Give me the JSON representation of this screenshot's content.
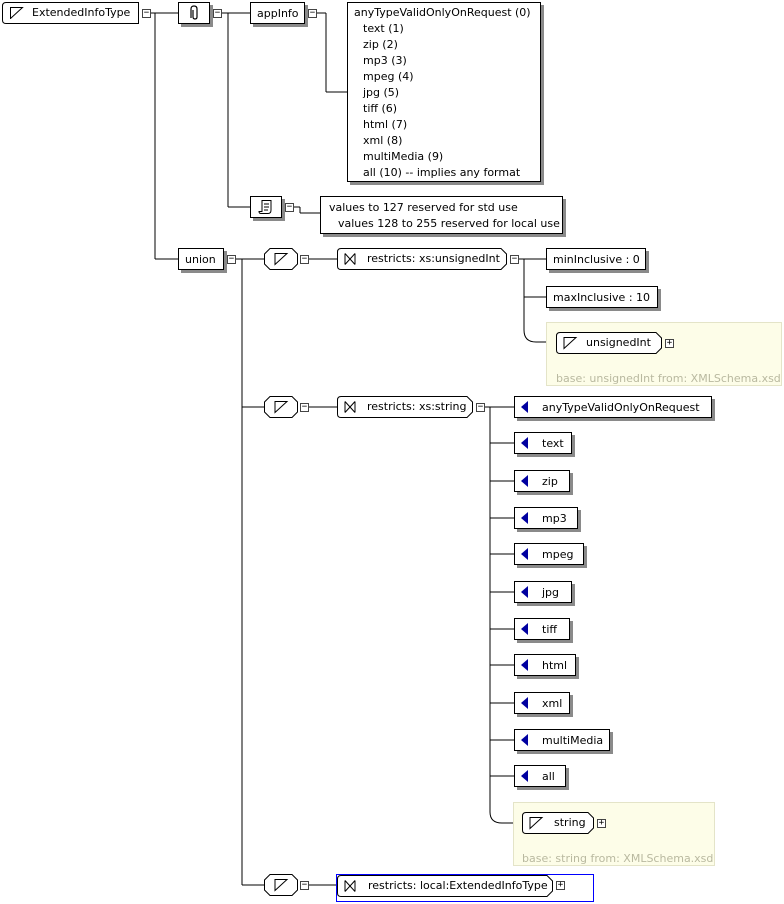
{
  "root": {
    "label": "ExtendedInfoType"
  },
  "annotation": {
    "appinfo_label": "appInfo",
    "appinfo_lines": [
      "anyTypeValidOnlyOnRequest (0)",
      "text (1)",
      "zip (2)",
      "mp3 (3)",
      "mpeg (4)",
      "jpg (5)",
      "tiff (6)",
      "html (7)",
      "xml (8)",
      "multiMedia (9)",
      "all (10) -- implies any format"
    ],
    "documentation_lines": [
      "values to 127 reserved for std use",
      "values 128 to 255 reserved for local use"
    ]
  },
  "union": {
    "label": "union",
    "restriction1": {
      "label": "restricts: xs:unsignedInt",
      "facets": [
        "minInclusive : 0",
        "maxInclusive : 10"
      ],
      "base_name": "unsignedInt",
      "base_info": "base: unsignedInt from: XMLSchema.xsd"
    },
    "restriction2": {
      "label": "restricts: xs:string",
      "enumerations": [
        "anyTypeValidOnlyOnRequest",
        "text",
        "zip",
        "mp3",
        "mpeg",
        "jpg",
        "tiff",
        "html",
        "xml",
        "multiMedia",
        "all"
      ],
      "base_name": "string",
      "base_info": "base: string from: XMLSchema.xsd"
    },
    "restriction3": {
      "label": "restricts: local:ExtendedInfoType"
    }
  },
  "icons": {
    "collapse": "minus-box-icon",
    "expand": "plus-box-icon",
    "simple_type": "simple-type-icon",
    "restriction": "restriction-icon",
    "enumeration": "enumeration-triangle-icon",
    "annotation": "paperclip-icon",
    "documentation": "scroll-icon"
  },
  "colors": {
    "enumeration_marker": "#0000a0",
    "base_panel": "#fdfde8",
    "selection_border": "#0000ff"
  }
}
